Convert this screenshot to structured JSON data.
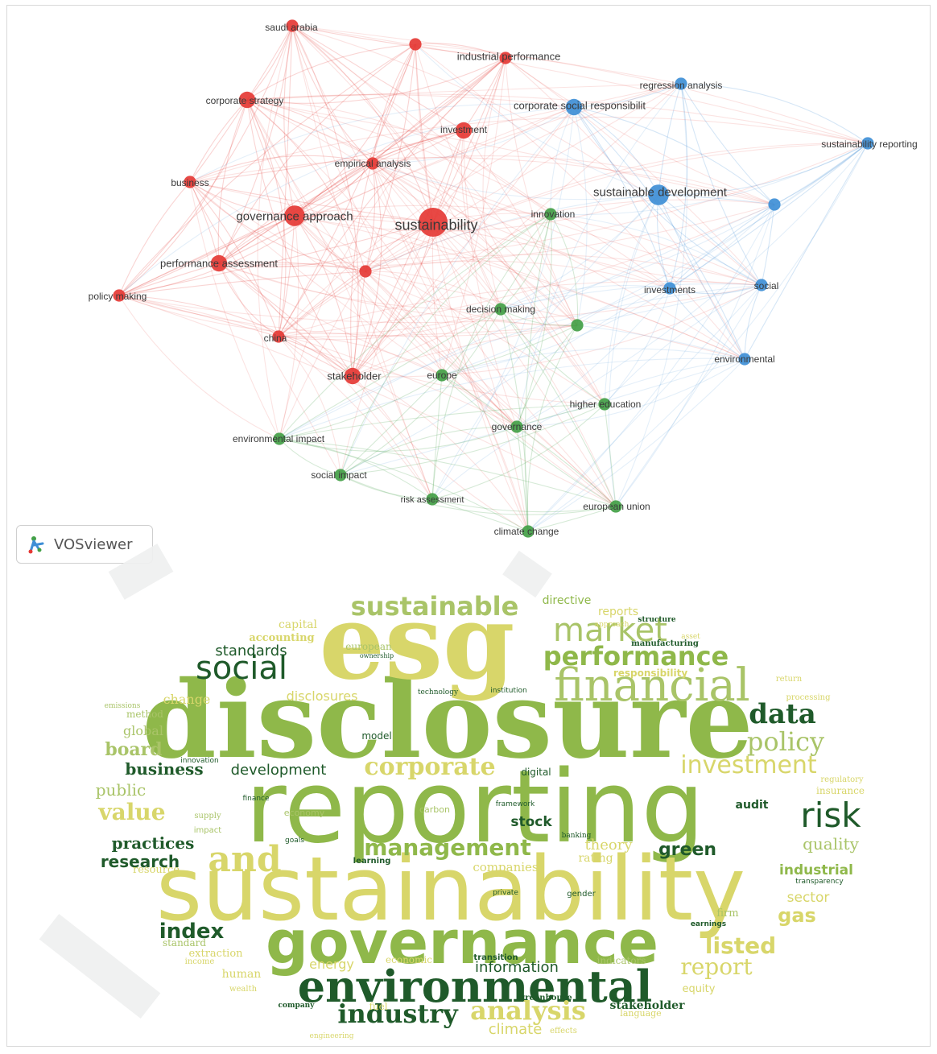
{
  "network": {
    "nodes": [
      {
        "label": "saudi arabia",
        "cluster": "red",
        "weight": 1
      },
      {
        "label": "industrial performance",
        "cluster": "red",
        "weight": 1
      },
      {
        "label": "corporate strategy",
        "cluster": "red",
        "weight": 2
      },
      {
        "label": "investment",
        "cluster": "red",
        "weight": 2
      },
      {
        "label": "empirical analysis",
        "cluster": "red",
        "weight": 1
      },
      {
        "label": "business",
        "cluster": "red",
        "weight": 1
      },
      {
        "label": "governance approach",
        "cluster": "red",
        "weight": 3
      },
      {
        "label": "sustainability",
        "cluster": "red",
        "weight": 5
      },
      {
        "label": "performance assessment",
        "cluster": "red",
        "weight": 2
      },
      {
        "label": "policy making",
        "cluster": "red",
        "weight": 1
      },
      {
        "label": "china",
        "cluster": "red",
        "weight": 1
      },
      {
        "label": "stakeholder",
        "cluster": "red",
        "weight": 2
      },
      {
        "label": "",
        "cluster": "red",
        "weight": 1
      },
      {
        "label": "",
        "cluster": "red",
        "weight": 1
      },
      {
        "label": "regression analysis",
        "cluster": "blue",
        "weight": 1
      },
      {
        "label": "corporate social responsibilit",
        "cluster": "blue",
        "weight": 2
      },
      {
        "label": "sustainability reporting",
        "cluster": "blue",
        "weight": 1
      },
      {
        "label": "sustainable development",
        "cluster": "blue",
        "weight": 3
      },
      {
        "label": "investments",
        "cluster": "blue",
        "weight": 1
      },
      {
        "label": "social",
        "cluster": "blue",
        "weight": 1
      },
      {
        "label": "environmental",
        "cluster": "blue",
        "weight": 1
      },
      {
        "label": "",
        "cluster": "blue",
        "weight": 1
      },
      {
        "label": "innovation",
        "cluster": "green",
        "weight": 1
      },
      {
        "label": "decision making",
        "cluster": "green",
        "weight": 1
      },
      {
        "label": "europe",
        "cluster": "green",
        "weight": 1
      },
      {
        "label": "higher education",
        "cluster": "green",
        "weight": 1
      },
      {
        "label": "governance",
        "cluster": "green",
        "weight": 1
      },
      {
        "label": "environmental impact",
        "cluster": "green",
        "weight": 1
      },
      {
        "label": "social impact",
        "cluster": "green",
        "weight": 1
      },
      {
        "label": "risk assessment",
        "cluster": "green",
        "weight": 1
      },
      {
        "label": "european union",
        "cluster": "green",
        "weight": 1
      },
      {
        "label": "climate change",
        "cluster": "green",
        "weight": 1
      },
      {
        "label": "",
        "cluster": "green",
        "weight": 1
      }
    ],
    "colors": {
      "red": "#e53935",
      "blue": "#3f8fd6",
      "green": "#43a047"
    }
  },
  "vosviewer": {
    "label": "VOSviewer"
  },
  "wordcloud": {
    "palette": [
      "#8fb84a",
      "#d8d66a",
      "#1f5a2a",
      "#a9c468",
      "#c9c95a"
    ],
    "words": [
      {
        "text": "disclosure",
        "color": "#8fb84a"
      },
      {
        "text": "reporting",
        "color": "#8fb84a"
      },
      {
        "text": "sustainability",
        "color": "#d8d66a"
      },
      {
        "text": "esg",
        "color": "#d8d66a"
      },
      {
        "text": "governance",
        "color": "#8fb84a"
      },
      {
        "text": "environmental",
        "color": "#1f5a2a"
      },
      {
        "text": "financial",
        "color": "#a9c468"
      },
      {
        "text": "sustainable",
        "color": "#a9c468"
      },
      {
        "text": "social",
        "color": "#1f5a2a"
      },
      {
        "text": "market",
        "color": "#a9c468"
      },
      {
        "text": "performance",
        "color": "#8fb84a"
      },
      {
        "text": "and",
        "color": "#d8d66a"
      },
      {
        "text": "risk",
        "color": "#1f5a2a"
      },
      {
        "text": "data",
        "color": "#1f5a2a"
      },
      {
        "text": "policy",
        "color": "#a9c468"
      },
      {
        "text": "investment",
        "color": "#d8d66a"
      },
      {
        "text": "corporate",
        "color": "#d8d66a"
      },
      {
        "text": "management",
        "color": "#8fb84a"
      },
      {
        "text": "analysis",
        "color": "#d8d66a"
      },
      {
        "text": "industry",
        "color": "#1f5a2a"
      },
      {
        "text": "index",
        "color": "#1f5a2a"
      },
      {
        "text": "value",
        "color": "#d8d66a"
      },
      {
        "text": "practices",
        "color": "#1f5a2a"
      },
      {
        "text": "research",
        "color": "#1f5a2a"
      },
      {
        "text": "business",
        "color": "#1f5a2a"
      },
      {
        "text": "development",
        "color": "#1f5a2a"
      },
      {
        "text": "board",
        "color": "#a9c468"
      },
      {
        "text": "public",
        "color": "#a9c468"
      },
      {
        "text": "report",
        "color": "#d8d66a"
      },
      {
        "text": "listed",
        "color": "#d8d66a"
      },
      {
        "text": "gas",
        "color": "#d8d66a"
      },
      {
        "text": "green",
        "color": "#1f5a2a"
      },
      {
        "text": "quality",
        "color": "#a9c468"
      },
      {
        "text": "information",
        "color": "#1f5a2a"
      },
      {
        "text": "stakeholder",
        "color": "#1f5a2a"
      },
      {
        "text": "climate",
        "color": "#d8d66a"
      },
      {
        "text": "standards",
        "color": "#1f5a2a"
      },
      {
        "text": "theory",
        "color": "#d8d66a"
      },
      {
        "text": "industrial",
        "color": "#8fb84a"
      },
      {
        "text": "sector",
        "color": "#d8d66a"
      },
      {
        "text": "stock",
        "color": "#1f5a2a"
      },
      {
        "text": "audit",
        "color": "#1f5a2a"
      },
      {
        "text": "directive",
        "color": "#8fb84a"
      },
      {
        "text": "capital",
        "color": "#d8d66a"
      },
      {
        "text": "accounting",
        "color": "#d8d66a"
      },
      {
        "text": "disclosures",
        "color": "#d8d66a"
      },
      {
        "text": "companies",
        "color": "#d8d66a"
      },
      {
        "text": "global",
        "color": "#a9c468"
      },
      {
        "text": "change",
        "color": "#d8d66a"
      },
      {
        "text": "method",
        "color": "#a9c468"
      },
      {
        "text": "digital",
        "color": "#1f5a2a"
      },
      {
        "text": "model",
        "color": "#1f5a2a"
      },
      {
        "text": "energy",
        "color": "#d8d66a"
      },
      {
        "text": "equity",
        "color": "#d8d66a"
      },
      {
        "text": "firm",
        "color": "#a9c468"
      },
      {
        "text": "indicators",
        "color": "#a9c468"
      },
      {
        "text": "human",
        "color": "#d8d66a"
      },
      {
        "text": "standard",
        "color": "#a9c468"
      },
      {
        "text": "rating",
        "color": "#d8d66a"
      },
      {
        "text": "responsibility",
        "color": "#d8d66a"
      },
      {
        "text": "reports",
        "color": "#d8d66a"
      },
      {
        "text": "european",
        "color": "#a9c468"
      },
      {
        "text": "carbon",
        "color": "#a9c468"
      },
      {
        "text": "economy",
        "color": "#a9c468"
      },
      {
        "text": "impact",
        "color": "#a9c468"
      },
      {
        "text": "supply",
        "color": "#a9c468"
      },
      {
        "text": "learning",
        "color": "#1f5a2a"
      },
      {
        "text": "insurance",
        "color": "#d8d66a"
      },
      {
        "text": "regulatory",
        "color": "#d8d66a"
      },
      {
        "text": "manufacturing",
        "color": "#1f5a2a"
      },
      {
        "text": "framework",
        "color": "#1f5a2a"
      },
      {
        "text": "finance",
        "color": "#1f5a2a"
      },
      {
        "text": "innovation",
        "color": "#1f5a2a"
      },
      {
        "text": "company",
        "color": "#1f5a2a"
      },
      {
        "text": "goals",
        "color": "#1f5a2a"
      },
      {
        "text": "return",
        "color": "#d8d66a"
      },
      {
        "text": "processing",
        "color": "#d8d66a"
      },
      {
        "text": "transparency",
        "color": "#1f5a2a"
      },
      {
        "text": "earnings",
        "color": "#1f5a2a"
      },
      {
        "text": "gender",
        "color": "#1f5a2a"
      },
      {
        "text": "private",
        "color": "#1f5a2a"
      },
      {
        "text": "banking",
        "color": "#1f5a2a"
      },
      {
        "text": "extraction",
        "color": "#d8d66a"
      },
      {
        "text": "income",
        "color": "#d8d66a"
      },
      {
        "text": "wealth",
        "color": "#d8d66a"
      },
      {
        "text": "transition",
        "color": "#1f5a2a"
      },
      {
        "text": "greenhouse",
        "color": "#1f5a2a"
      },
      {
        "text": "emissions",
        "color": "#a9c468"
      },
      {
        "text": "economic",
        "color": "#d8d66a"
      },
      {
        "text": "technology",
        "color": "#1f5a2a"
      },
      {
        "text": "institution",
        "color": "#1f5a2a"
      },
      {
        "text": "resource",
        "color": "#d8d66a"
      },
      {
        "text": "structure",
        "color": "#1f5a2a"
      },
      {
        "text": "approach",
        "color": "#d8d66a"
      },
      {
        "text": "ownership",
        "color": "#1f5a2a"
      },
      {
        "text": "asset",
        "color": "#d8d66a"
      },
      {
        "text": "fuel",
        "color": "#d8d66a"
      },
      {
        "text": "engineering",
        "color": "#d8d66a"
      },
      {
        "text": "language",
        "color": "#d8d66a"
      },
      {
        "text": "effects",
        "color": "#d8d66a"
      }
    ]
  }
}
